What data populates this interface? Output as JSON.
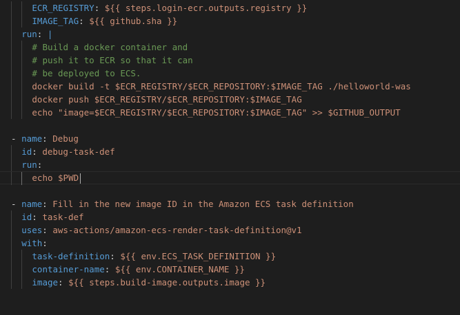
{
  "editor": {
    "lines": [
      {
        "indent": 4,
        "tokens": [
          [
            "ECR_REGISTRY",
            "k"
          ],
          [
            ": ",
            "p"
          ],
          [
            "${{ steps.login-ecr.outputs.registry }}",
            "v"
          ]
        ]
      },
      {
        "indent": 4,
        "tokens": [
          [
            "IMAGE_TAG",
            "k"
          ],
          [
            ": ",
            "p"
          ],
          [
            "${{ github.sha }}",
            "v"
          ]
        ]
      },
      {
        "indent": 2,
        "tokens": [
          [
            "run",
            "k"
          ],
          [
            ": ",
            "p"
          ],
          [
            "|",
            "k"
          ]
        ]
      },
      {
        "indent": 4,
        "tokens": [
          [
            "# Build a docker container and",
            "c"
          ]
        ]
      },
      {
        "indent": 4,
        "tokens": [
          [
            "# push it to ECR so that it can",
            "c"
          ]
        ]
      },
      {
        "indent": 4,
        "tokens": [
          [
            "# be deployed to ECS.",
            "c"
          ]
        ]
      },
      {
        "indent": 4,
        "tokens": [
          [
            "docker build -t $ECR_REGISTRY/$ECR_REPOSITORY:$IMAGE_TAG ./helloworld-was",
            "v"
          ]
        ]
      },
      {
        "indent": 4,
        "tokens": [
          [
            "docker push $ECR_REGISTRY/$ECR_REPOSITORY:$IMAGE_TAG",
            "v"
          ]
        ]
      },
      {
        "indent": 4,
        "tokens": [
          [
            "echo \"image=$ECR_REGISTRY/$ECR_REPOSITORY:$IMAGE_TAG\" >> $GITHUB_OUTPUT",
            "v"
          ]
        ]
      },
      {
        "indent": 0,
        "tokens": []
      },
      {
        "indent": 0,
        "tokens": [
          [
            "- ",
            "p"
          ],
          [
            "name",
            "k"
          ],
          [
            ": ",
            "p"
          ],
          [
            "Debug",
            "v"
          ]
        ]
      },
      {
        "indent": 2,
        "tokens": [
          [
            "id",
            "k"
          ],
          [
            ": ",
            "p"
          ],
          [
            "debug-task-def",
            "v"
          ]
        ]
      },
      {
        "indent": 2,
        "tokens": [
          [
            "run",
            "k"
          ],
          [
            ":",
            "p"
          ]
        ]
      },
      {
        "indent": 4,
        "tokens": [
          [
            "echo $PWD",
            "v"
          ]
        ],
        "current": true
      },
      {
        "indent": 0,
        "tokens": []
      },
      {
        "indent": 0,
        "tokens": [
          [
            "- ",
            "p"
          ],
          [
            "name",
            "k"
          ],
          [
            ": ",
            "p"
          ],
          [
            "Fill in the new image ID in the Amazon ECS task definition",
            "v"
          ]
        ]
      },
      {
        "indent": 2,
        "tokens": [
          [
            "id",
            "k"
          ],
          [
            ": ",
            "p"
          ],
          [
            "task-def",
            "v"
          ]
        ]
      },
      {
        "indent": 2,
        "tokens": [
          [
            "uses",
            "k"
          ],
          [
            ": ",
            "p"
          ],
          [
            "aws-actions/amazon-ecs-render-task-definition@v1",
            "v"
          ]
        ]
      },
      {
        "indent": 2,
        "tokens": [
          [
            "with",
            "k"
          ],
          [
            ":",
            "p"
          ]
        ]
      },
      {
        "indent": 4,
        "tokens": [
          [
            "task-definition",
            "k"
          ],
          [
            ": ",
            "p"
          ],
          [
            "${{ env.ECS_TASK_DEFINITION }}",
            "v"
          ]
        ]
      },
      {
        "indent": 4,
        "tokens": [
          [
            "container-name",
            "k"
          ],
          [
            ": ",
            "p"
          ],
          [
            "${{ env.CONTAINER_NAME }}",
            "v"
          ]
        ]
      },
      {
        "indent": 4,
        "tokens": [
          [
            "image",
            "k"
          ],
          [
            ": ",
            "p"
          ],
          [
            "${{ steps.build-image.outputs.image }}",
            "v"
          ]
        ]
      },
      {
        "indent": 0,
        "tokens": []
      },
      {
        "indent": 0,
        "tokens": []
      }
    ]
  }
}
